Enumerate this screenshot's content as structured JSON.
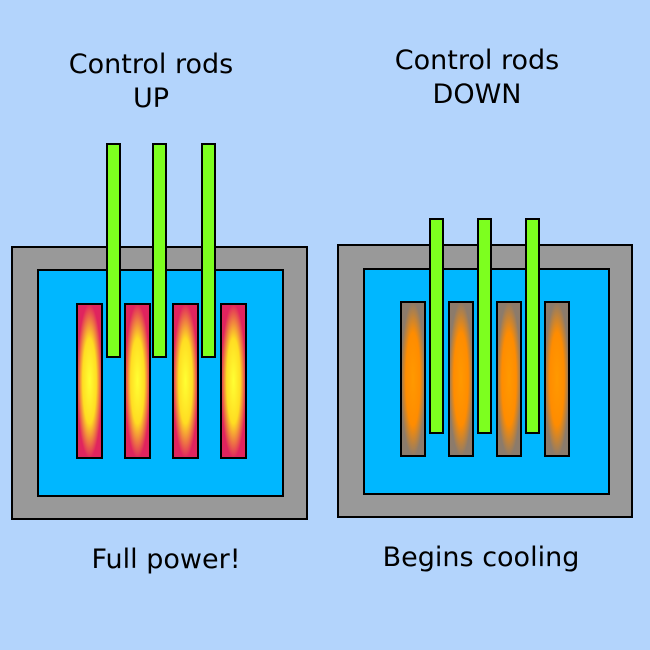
{
  "left_panel": {
    "heading_line1": "Control rods",
    "heading_line2": "UP",
    "caption": "Full power!"
  },
  "right_panel": {
    "heading_line1": "Control rods",
    "heading_line2": "DOWN",
    "caption": "Begins cooling"
  },
  "colors": {
    "background": "#b3d4fc",
    "vessel": "#999999",
    "coolant": "#00b7ff",
    "control_rod": "#7dff1f",
    "hot_fuel_core": "#ffff33",
    "hot_fuel_edge": "#e0245e",
    "cooling_fuel_core": "#ff9900",
    "cooling_fuel_edge": "#8c7b6b"
  }
}
